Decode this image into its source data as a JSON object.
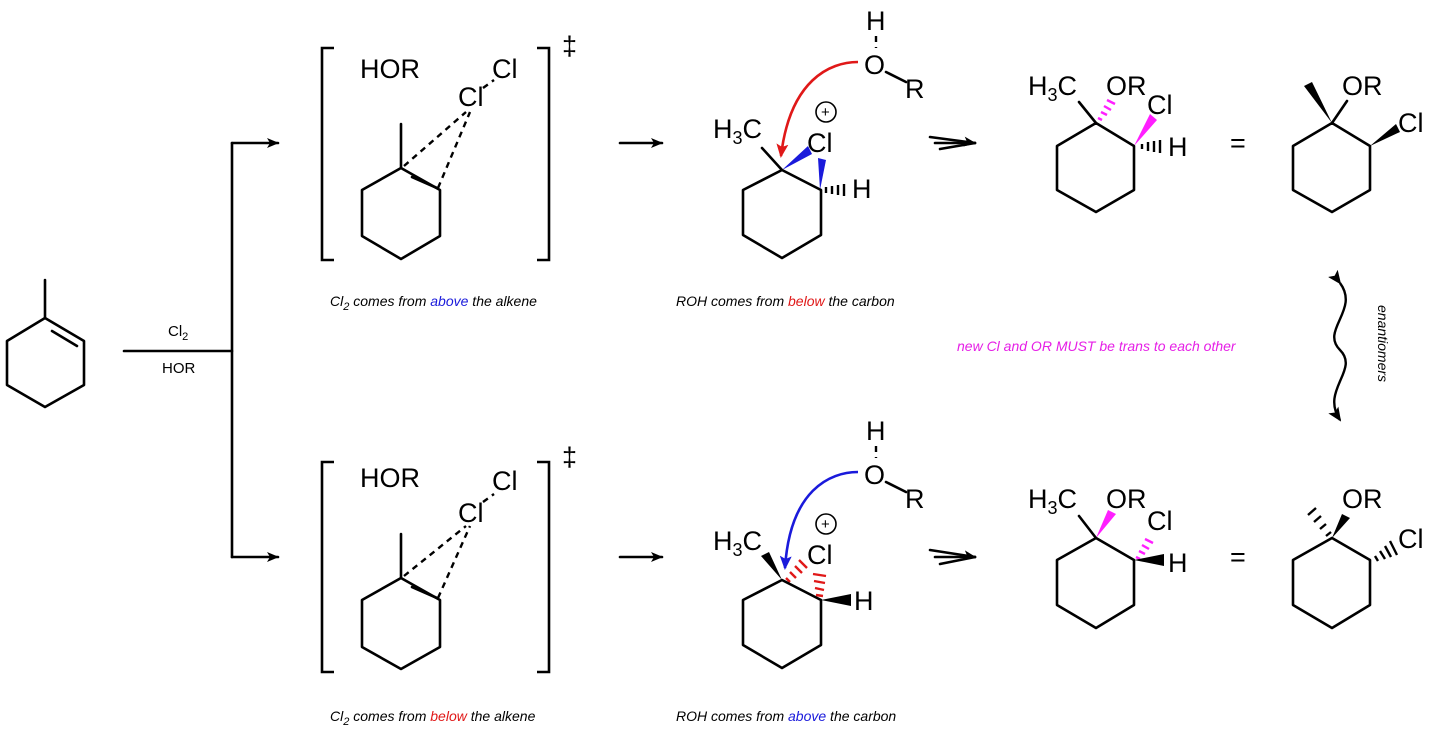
{
  "reagents": {
    "top_html_main": "Cl",
    "top_sub": "2",
    "bottom": "HOR"
  },
  "atoms": {
    "HOR": "HOR",
    "Cl": "Cl",
    "H": "H",
    "O": "O",
    "R": "R",
    "OR": "OR",
    "H3C_main": "H",
    "H3C_sub": "3",
    "H3C_tail": "C",
    "plus": "+",
    "dagger": "‡",
    "equals": "="
  },
  "captions": {
    "top_left": {
      "pre": "Cl",
      "sub": "2",
      "mid": " comes from ",
      "emph": "above",
      "post": " the alkene",
      "emph_color": "#1a1adb"
    },
    "top_mid": {
      "pre": "ROH comes from ",
      "emph": "below",
      "post": " the carbon",
      "emph_color": "#e01818"
    },
    "bottom_left": {
      "pre": "Cl",
      "sub": "2",
      "mid": " comes from ",
      "emph": "below",
      "post": " the alkene",
      "emph_color": "#e01818"
    },
    "bottom_mid": {
      "pre": "ROH comes from ",
      "emph": "above",
      "post": " the carbon",
      "emph_color": "#1a1adb"
    },
    "trans_note": "new Cl and OR MUST be trans to each other",
    "enantiomers": "enantiomers"
  },
  "colors": {
    "red": "#e01818",
    "blue": "#1a1adb",
    "magenta": "#ff1fff",
    "black": "#000000"
  }
}
